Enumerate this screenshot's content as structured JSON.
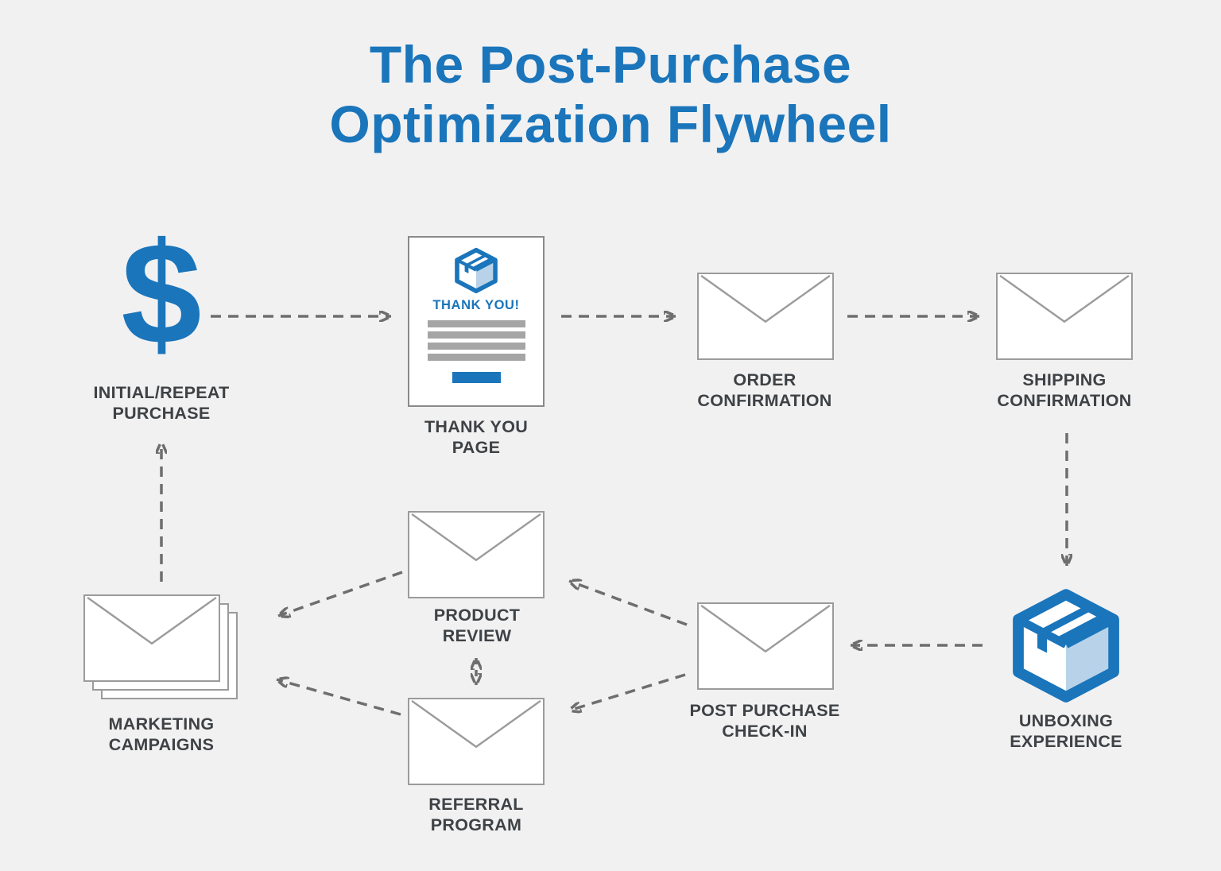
{
  "title": {
    "line1": "The Post-Purchase",
    "line2": "Optimization Flywheel"
  },
  "colors": {
    "accent_blue": "#1a75bb",
    "box_side_face_blue": "#b8d3e9",
    "label_dark_gray": "#3f4245",
    "arrow_gray": "#6e6e6e",
    "envelope_border_gray": "#9b9b9b",
    "card_text_bar_gray": "#a5a5a5",
    "background": "#f1f1f2"
  },
  "icons": {
    "dollar_glyph": "$",
    "purchase": "dollar-icon",
    "thank_you_page": "thank-you-page-card",
    "order_confirmation": "envelope-icon",
    "shipping_confirmation": "envelope-icon",
    "unboxing_experience": "package-box-icon",
    "post_purchase_check_in": "envelope-icon",
    "product_review": "envelope-icon",
    "referral_program": "envelope-icon",
    "marketing_campaigns": "stacked-envelopes-icon"
  },
  "nodes": {
    "initial_repeat_purchase": {
      "label": "INITIAL/REPEAT\nPURCHASE"
    },
    "thank_you_page": {
      "label": "THANK YOU\nPAGE"
    },
    "order_confirmation": {
      "label": "ORDER\nCONFIRMATION"
    },
    "shipping_confirmation": {
      "label": "SHIPPING\nCONFIRMATION"
    },
    "unboxing_experience": {
      "label": "UNBOXING\nEXPERIENCE"
    },
    "post_purchase_check_in": {
      "label": "POST PURCHASE\nCHECK-IN"
    },
    "product_review": {
      "label": "PRODUCT\nREVIEW"
    },
    "referral_program": {
      "label": "REFERRAL\nPROGRAM"
    },
    "marketing_campaigns": {
      "label": "MARKETING\nCAMPAIGNS"
    }
  },
  "thank_you_card": {
    "heading": "THANK YOU!"
  },
  "flow": [
    "initial_repeat_purchase > thank_you_page",
    "thank_you_page > order_confirmation",
    "order_confirmation > shipping_confirmation",
    "shipping_confirmation > unboxing_experience",
    "unboxing_experience > post_purchase_check_in",
    "post_purchase_check_in > product_review",
    "post_purchase_check_in > referral_program",
    "product_review <> referral_program",
    "product_review > marketing_campaigns",
    "referral_program > marketing_campaigns",
    "marketing_campaigns > initial_repeat_purchase"
  ]
}
